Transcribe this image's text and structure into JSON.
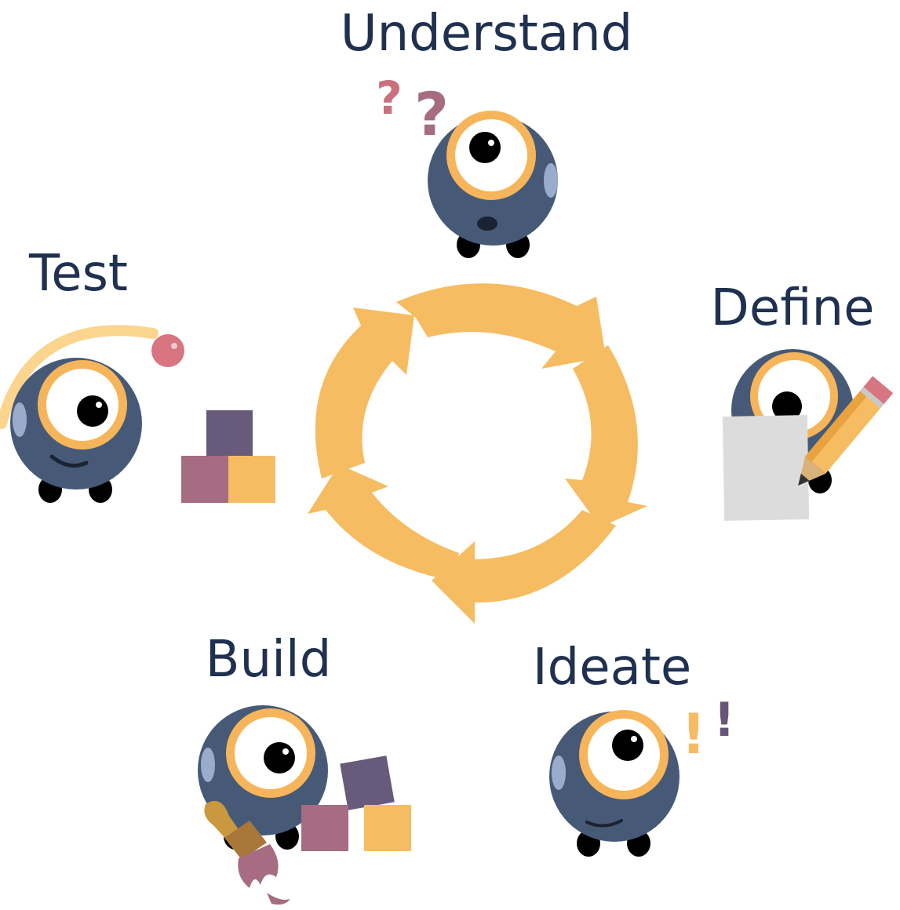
{
  "stages": {
    "understand": "Understand",
    "define": "Define",
    "ideate": "Ideate",
    "build": "Build",
    "test": "Test"
  },
  "marks": {
    "question": "?",
    "exclamation": "!"
  },
  "colors": {
    "character_body": "#465a78",
    "eye_ring": "#f6b55a",
    "eye_white": "#ffffff",
    "pupil": "#000000",
    "ear": "#9aaccc",
    "cycle_arrow": "#f6bc62",
    "label_text": "#1f3050",
    "question_mark": "#c96f7e",
    "exclamation_orange": "#f6bc62",
    "exclamation_purple": "#675677",
    "block_purple": "#675a7a",
    "block_rose": "#a56c82",
    "block_yellow": "#f6bc62",
    "ball": "#d77580",
    "paper": "#dcdcdc",
    "pencil": "#f6bc62",
    "brush_handle": "#c9983f",
    "paint": "#a56c82"
  },
  "icons": [
    "cycle-arrows",
    "character",
    "question-mark",
    "exclamation-mark",
    "pencil",
    "paper",
    "paintbrush",
    "blocks",
    "ball"
  ]
}
